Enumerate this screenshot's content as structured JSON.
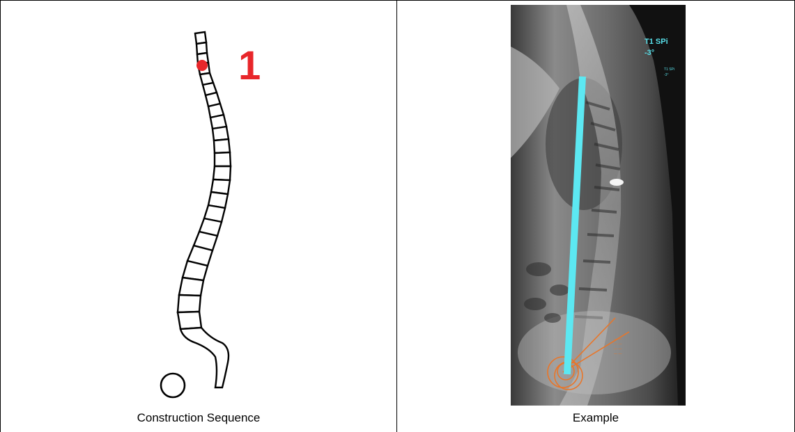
{
  "left_cell": {
    "step_number": "1",
    "caption": "Construction Sequence"
  },
  "right_cell": {
    "overlay_label": "T1 SPi",
    "overlay_angle": "-3°",
    "small_label": "T1 SPi",
    "small_angle": "-3°",
    "caption": "Example"
  },
  "colors": {
    "marker_red": "#e8262a",
    "line_cyan": "#5ce8f2",
    "overlay_text": "#58e0ea",
    "orange": "#e8762a"
  }
}
